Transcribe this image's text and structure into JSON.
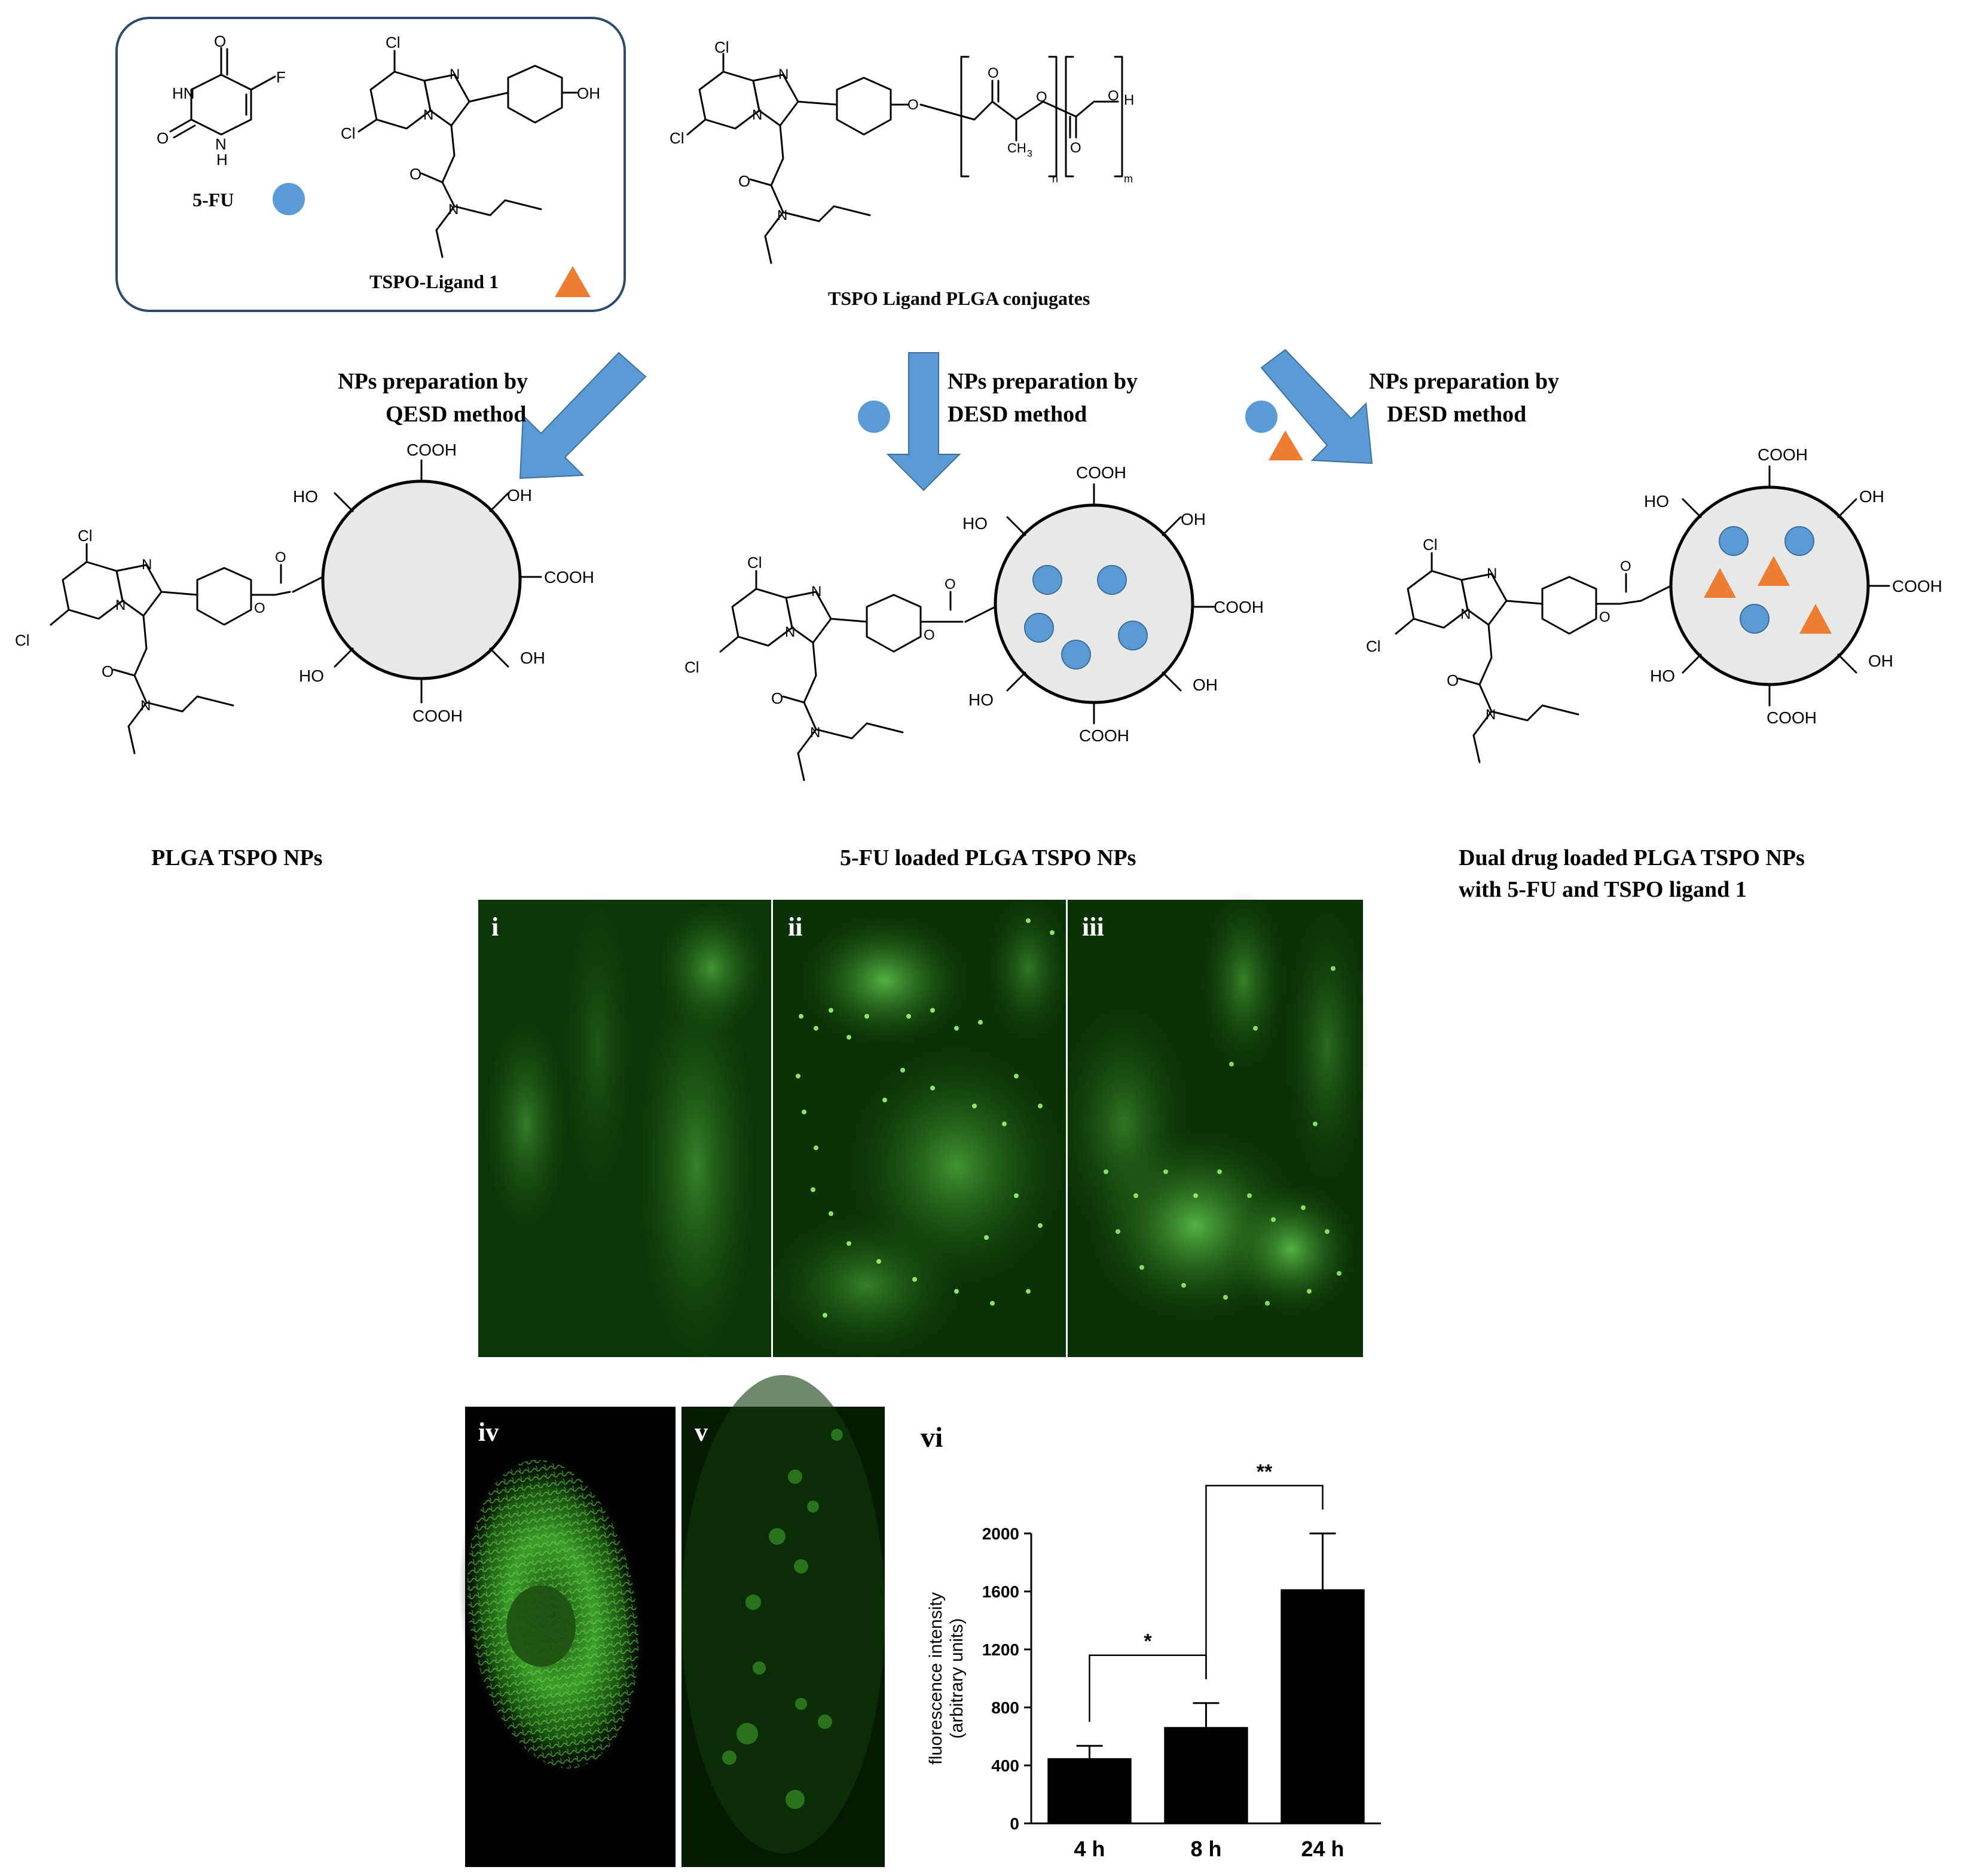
{
  "legend": {
    "fu_label": "5-FU",
    "ligand_label": "TSPO-Ligand 1"
  },
  "conjugate_label": "TSPO Ligand PLGA conjugates",
  "arrows": {
    "left_line1": "NPs preparation by",
    "left_line2": "QESD method",
    "mid_line1": "NPs preparation by",
    "mid_line2": "DESD method",
    "right_line1": "NPs preparation by",
    "right_line2": "DESD method"
  },
  "np_labels": {
    "left": "PLGA TSPO NPs",
    "mid": "5-FU loaded PLGA TSPO NPs",
    "right_line1": "Dual drug loaded PLGA TSPO NPs",
    "right_line2": "with 5-FU and TSPO ligand 1"
  },
  "chem": {
    "cl": "Cl",
    "n": "N",
    "o": "O",
    "oh": "OH",
    "ho": "HO",
    "cooh": "COOH",
    "f": "F",
    "hn": "HN",
    "h": "H",
    "ch3": "CH",
    "sub3": "3",
    "n_sub": "n",
    "m_sub": "m"
  },
  "panels": {
    "i": "i",
    "ii": "ii",
    "iii": "iii",
    "iv": "iv",
    "v": "v",
    "vi": "vi"
  },
  "colors": {
    "drug_5fu": "#5b9bd5",
    "ligand": "#ed7d31",
    "arrow": "#5b9bd5",
    "np_fill": "#e8e8e8",
    "micro_bg": "#0b2a06",
    "micro_cell": "#2f8a1e"
  },
  "chart_data": {
    "type": "bar",
    "categories": [
      "4 h",
      "8 h",
      "24 h"
    ],
    "values": [
      450,
      665,
      1615
    ],
    "errors": [
      85,
      165,
      385
    ],
    "ylabel_line1": "fluorescence intensity",
    "ylabel_line2": "(arbitrary units)",
    "ylim": [
      0,
      2000
    ],
    "yticks": [
      "0",
      "400",
      "800",
      "1200",
      "1600",
      "2000"
    ],
    "significance": [
      {
        "between": [
          "4 h",
          "8 h"
        ],
        "label": "*"
      },
      {
        "between": [
          "8 h",
          "24 h"
        ],
        "label": "**"
      }
    ],
    "bar_color": "#000000",
    "grid": false
  }
}
